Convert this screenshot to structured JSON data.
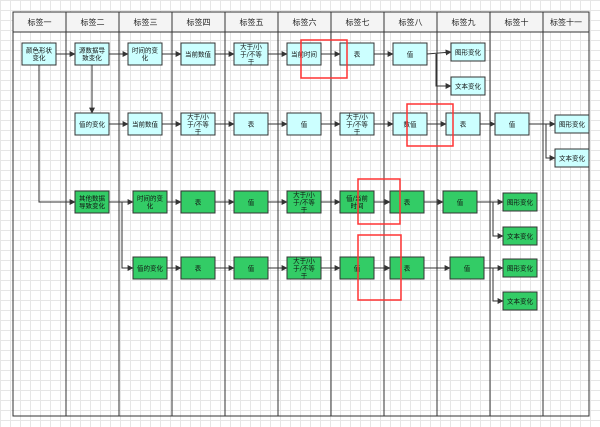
{
  "lanes": [
    "标签一",
    "标签二",
    "标签三",
    "标签四",
    "标签五",
    "标签六",
    "标签七",
    "标签八",
    "标签九",
    "标签十",
    "标签十一"
  ],
  "colors": {
    "cyan_fill": "#ccffff",
    "green_fill": "#33cc66",
    "stroke": "#333333",
    "highlight": "#ff3333",
    "header_fill": "#f4f4f4"
  },
  "nodes": {
    "r1_a": "颜色形状变化",
    "r1_b": "源数据导致变化",
    "r1_c": "时间的变化",
    "r1_d": "当前数值",
    "r1_e": "大于/小于/不等于",
    "r1_f": "当前时间",
    "r1_g": "表",
    "r1_h": "值",
    "r1_i": "图形变化",
    "r1_j": "文本变化",
    "r2_a": "值的变化",
    "r2_b": "当前数值",
    "r2_c": "大于/小于/不等于",
    "r2_d": "表",
    "r2_e": "值",
    "r2_f": "大于/小于/不等于",
    "r2_g": "数值",
    "r2_h": "表",
    "r2_i": "值",
    "r2_j": "图形变化",
    "r2_k": "文本变化",
    "r3_a": "其他数据导致变化",
    "r3_b": "时间的变化",
    "r3_c": "表",
    "r3_d": "值",
    "r3_e": "大于/小于/不等于",
    "r3_f": "值/当前时间",
    "r3_g": "表",
    "r3_h": "值",
    "r3_i": "图形变化",
    "r3_j": "文本变化",
    "r4_a": "值的变化",
    "r4_b": "表",
    "r4_c": "值",
    "r4_d": "大于/小于/不等于",
    "r4_e": "值",
    "r4_f": "表",
    "r4_g": "值",
    "r4_h": "图形变化",
    "r4_i": "文本变化"
  }
}
